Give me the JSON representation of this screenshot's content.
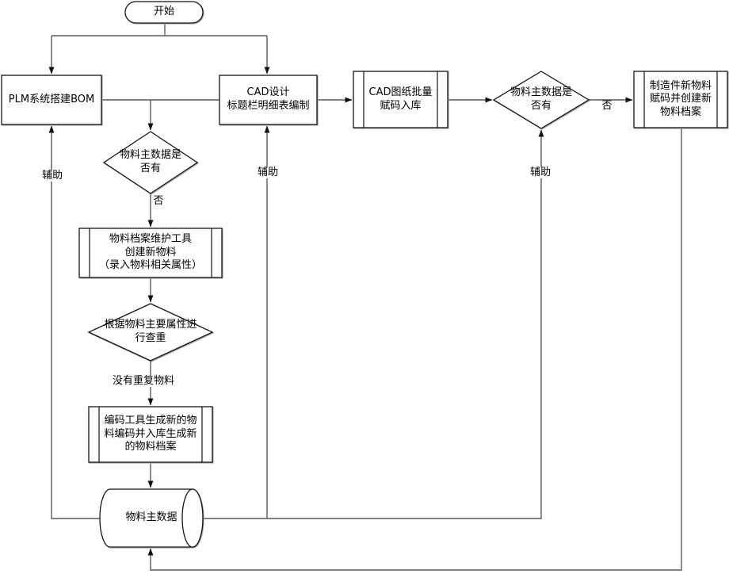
{
  "diagram": {
    "background_color": "#ffffff",
    "line_color": "#5a5a5a",
    "shape_border_color": "#141414",
    "nodes": {
      "start": {
        "label": "开始",
        "type": "terminator"
      },
      "plm_bom": {
        "label": "PLM系统搭建BOM",
        "type": "process"
      },
      "cad_design": {
        "label": "CAD设计\n标题栏明细表编制",
        "type": "process"
      },
      "cad_batch_coding": {
        "label": "CAD图纸批量\n赋码入库",
        "type": "predefined-process"
      },
      "decision_master_right": {
        "label": "物料主数据是\n否有",
        "type": "decision"
      },
      "mfg_new_material": {
        "label": "制造件新物料\n赋码并创建新\n物料档案",
        "type": "predefined-process"
      },
      "decision_master_left": {
        "label": "物料主数据是\n否有",
        "type": "decision"
      },
      "material_archive_tool": {
        "label": "物料档案维护工具\n创建新物料\n（录入物料相关属性）",
        "type": "predefined-process"
      },
      "decision_dup_check": {
        "label": "根据物料主要属性进\n行查重",
        "type": "decision"
      },
      "coding_tool": {
        "label": "编码工具生成新的物\n料编码并入库生成新\n的物料档案",
        "type": "predefined-process"
      },
      "material_master_db": {
        "label": "物料主数据",
        "type": "database"
      }
    },
    "edge_labels": {
      "assist_left": "辅助",
      "assist_mid": "辅助",
      "assist_right": "辅助",
      "no_left": "否",
      "no_right": "否",
      "no_duplicate": "没有重复物料"
    }
  }
}
